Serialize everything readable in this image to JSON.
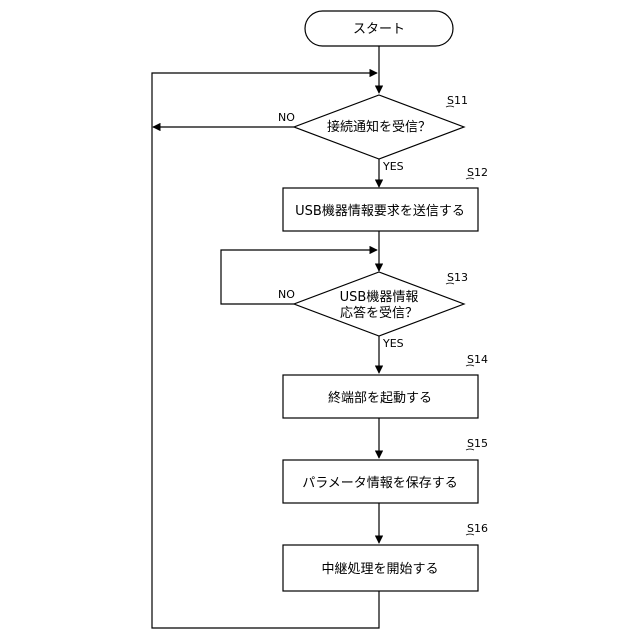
{
  "nodes": {
    "start": "スタート",
    "s11": {
      "step": "S11",
      "line1": "接続通知を受信？"
    },
    "s12": {
      "step": "S12",
      "text": "USB機器情報要求を送信する"
    },
    "s13": {
      "step": "S13",
      "line1": "USB機器情報",
      "line2": "応答を受信？"
    },
    "s14": {
      "step": "S14",
      "text": "終端部を起動する"
    },
    "s15": {
      "step": "S15",
      "text": "パラメータ情報を保存する"
    },
    "s16": {
      "step": "S16",
      "text": "中継処理を開始する"
    }
  },
  "edges": {
    "s11_no": "NO",
    "s11_yes": "YES",
    "s13_no": "NO",
    "s13_yes": "YES"
  }
}
